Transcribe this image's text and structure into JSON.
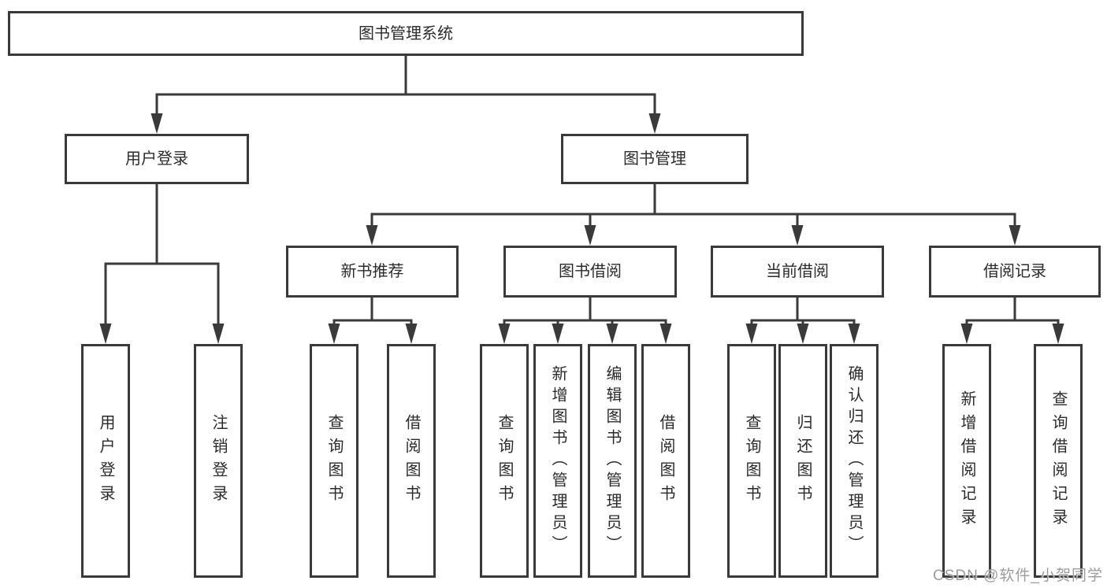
{
  "tree": {
    "label": "图书管理系统",
    "children": [
      {
        "label": "用户登录",
        "children": [
          {
            "label": "用户登录"
          },
          {
            "label": "注销登录"
          }
        ]
      },
      {
        "label": "图书管理",
        "children": [
          {
            "label": "新书推荐",
            "children": [
              {
                "label": "查询图书"
              },
              {
                "label": "借阅图书"
              }
            ]
          },
          {
            "label": "图书借阅",
            "children": [
              {
                "label": "查询图书"
              },
              {
                "label": "新增图书（管理员）"
              },
              {
                "label": "编辑图书（管理员）"
              },
              {
                "label": "借阅图书"
              }
            ]
          },
          {
            "label": "当前借阅",
            "children": [
              {
                "label": "查询图书"
              },
              {
                "label": "归还图书"
              },
              {
                "label": "确认归还（管理员）"
              }
            ]
          },
          {
            "label": "借阅记录",
            "children": [
              {
                "label": "新增借阅记录"
              },
              {
                "label": "查询借阅记录"
              }
            ]
          }
        ]
      }
    ]
  },
  "watermark": "CSDN @软件_小贺同学",
  "colors": {
    "line": "#3a3a3a",
    "text": "#2b2b2b",
    "watermark": "#9c9c9c",
    "background": "#ffffff"
  }
}
